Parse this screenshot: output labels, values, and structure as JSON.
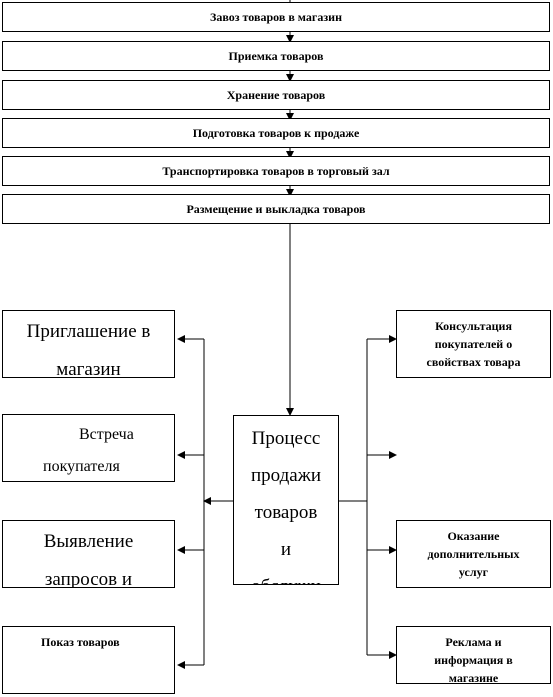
{
  "steps": [
    "Завоз товаров в магазин",
    "Приемка товаров",
    "Хранение товаров",
    "Подготовка товаров к продаже",
    "Транспортировка товаров в торговый зал",
    "Размещение и выкладка товаров"
  ],
  "center": [
    "Процесс",
    "продажи",
    "товаров",
    "и",
    "обслужи"
  ],
  "left": {
    "invite": [
      "Приглашение в",
      "магазин"
    ],
    "greet": [
      "Встреча",
      "покупателя"
    ],
    "needs": [
      "Выявление",
      "запросов и"
    ],
    "show": [
      "Показ товаров"
    ]
  },
  "right": {
    "consult": [
      "Консультация",
      "покупателей о",
      "свойствах товара"
    ],
    "services": [
      "Оказание",
      "дополнительных",
      "услуг"
    ],
    "ads": [
      "Реклама и",
      "информация в",
      "магазине"
    ]
  }
}
